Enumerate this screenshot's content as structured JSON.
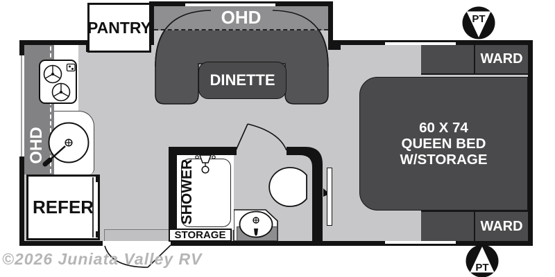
{
  "watermark": "©2026 Juniata Valley RV",
  "kitchen": {
    "ohd_label": "OHD",
    "refer_label": "REFER",
    "pantry_label": "PANTRY"
  },
  "dinette": {
    "ohd_label": "OHD",
    "table_label": "DINETTE"
  },
  "bath": {
    "shower_label": "SHOWER",
    "storage_label": "STORAGE"
  },
  "bedroom": {
    "bed_line1": "60 X 74",
    "bed_line2": "QUEEN BED",
    "bed_line3": "W/STORAGE",
    "ward_top_label": "WARD",
    "ward_bottom_label": "WARD"
  },
  "markers": {
    "pt_top_label": "PT",
    "pt_bottom_label": "PT"
  },
  "colors": {
    "wall": "#131313",
    "floor": "#c7c7c9",
    "furniture_dark": "#4b4b4d",
    "sofa": "#545456",
    "ohd_band": "#8f8f91",
    "kitchen_band": "#828284",
    "watermark_gray": "#b5b5b7"
  }
}
